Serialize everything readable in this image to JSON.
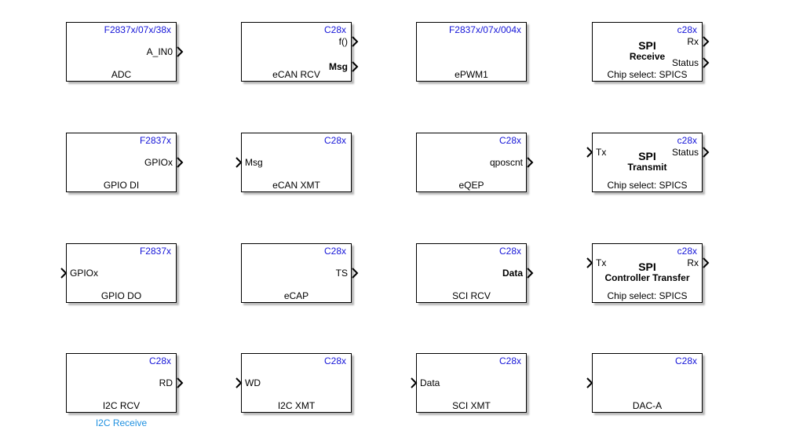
{
  "diagram": {
    "blocks": [
      {
        "name": "ADC",
        "tag": "F2837x/07x/38x",
        "inports": [],
        "outports": [
          {
            "label": "A_IN0"
          }
        ]
      },
      {
        "name": "eCAN RCV",
        "tag": "C28x",
        "inports": [],
        "outports": [
          {
            "label": "f()"
          },
          {
            "label": "Msg",
            "bold": true
          }
        ]
      },
      {
        "name": "ePWM1",
        "tag": "F2837x/07x/004x",
        "inports": [],
        "outports": []
      },
      {
        "name": "Chip select: SPICS",
        "tag": "c28x",
        "title": "SPI",
        "subtitle": "Receive",
        "inports": [],
        "outports": [
          {
            "label": "Rx"
          },
          {
            "label": "Status"
          }
        ]
      },
      {
        "name": "GPIO DI",
        "tag": "F2837x",
        "inports": [],
        "outports": [
          {
            "label": "GPIOx"
          }
        ]
      },
      {
        "name": "eCAN XMT",
        "tag": "C28x",
        "inports": [
          {
            "label": "Msg"
          }
        ],
        "outports": []
      },
      {
        "name": "eQEP",
        "tag": "C28x",
        "inports": [],
        "outports": [
          {
            "label": "qposcnt"
          }
        ]
      },
      {
        "name": "Chip select: SPICS",
        "tag": "c28x",
        "title": "SPI",
        "subtitle": "Transmit",
        "inports": [
          {
            "label": "Tx"
          }
        ],
        "outports": [
          {
            "label": "Status"
          }
        ]
      },
      {
        "name": "GPIO DO",
        "tag": "F2837x",
        "inports": [
          {
            "label": "GPIOx"
          }
        ],
        "outports": []
      },
      {
        "name": "eCAP",
        "tag": "C28x",
        "inports": [],
        "outports": [
          {
            "label": "TS"
          }
        ]
      },
      {
        "name": "SCI RCV",
        "tag": "C28x",
        "inports": [],
        "outports": [
          {
            "label": "Data",
            "bold": true
          }
        ]
      },
      {
        "name": "Chip select: SPICS",
        "tag": "c28x",
        "title": "SPI",
        "subtitle": "Controller Transfer",
        "inports": [
          {
            "label": "Tx"
          }
        ],
        "outports": [
          {
            "label": "Rx"
          }
        ]
      },
      {
        "name": "I2C RCV",
        "tag": "C28x",
        "inports": [],
        "outports": [
          {
            "label": "RD"
          }
        ],
        "below": "I2C Receive"
      },
      {
        "name": "I2C XMT",
        "tag": "C28x",
        "inports": [
          {
            "label": "WD"
          }
        ],
        "outports": []
      },
      {
        "name": "SCI XMT",
        "tag": "C28x",
        "inports": [
          {
            "label": "Data"
          }
        ],
        "outports": []
      },
      {
        "name": "DAC-A",
        "tag": "C28x",
        "inports": [
          {
            "label": ""
          }
        ],
        "outports": []
      }
    ]
  }
}
